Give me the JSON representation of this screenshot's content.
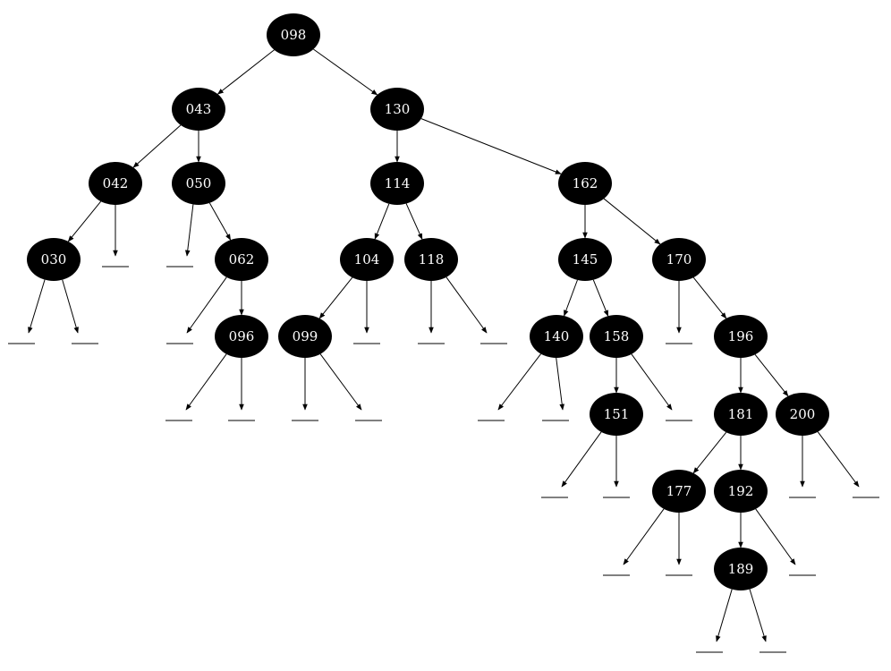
{
  "colors": {
    "node_fill": "#000000",
    "node_text": "#ffffff",
    "line": "#000000",
    "background": "#ffffff"
  },
  "nodes": [
    {
      "id": "n098",
      "label": "098"
    },
    {
      "id": "n043",
      "label": "043"
    },
    {
      "id": "n130",
      "label": "130"
    },
    {
      "id": "n042",
      "label": "042"
    },
    {
      "id": "n050",
      "label": "050"
    },
    {
      "id": "n114",
      "label": "114"
    },
    {
      "id": "n162",
      "label": "162"
    },
    {
      "id": "n030",
      "label": "030"
    },
    {
      "id": "n062",
      "label": "062"
    },
    {
      "id": "n104",
      "label": "104"
    },
    {
      "id": "n118",
      "label": "118"
    },
    {
      "id": "n145",
      "label": "145"
    },
    {
      "id": "n170",
      "label": "170"
    },
    {
      "id": "n096",
      "label": "096"
    },
    {
      "id": "n099",
      "label": "099"
    },
    {
      "id": "n140",
      "label": "140"
    },
    {
      "id": "n158",
      "label": "158"
    },
    {
      "id": "n196",
      "label": "196"
    },
    {
      "id": "n151",
      "label": "151"
    },
    {
      "id": "n181",
      "label": "181"
    },
    {
      "id": "n200",
      "label": "200"
    },
    {
      "id": "n177",
      "label": "177"
    },
    {
      "id": "n192",
      "label": "192"
    },
    {
      "id": "n189",
      "label": "189"
    }
  ],
  "edges": [
    [
      "n098",
      "n043"
    ],
    [
      "n098",
      "n130"
    ],
    [
      "n043",
      "n042"
    ],
    [
      "n043",
      "n050"
    ],
    [
      "n130",
      "n114"
    ],
    [
      "n130",
      "n162"
    ],
    [
      "n042",
      "n030"
    ],
    [
      "n042",
      null
    ],
    [
      "n050",
      null
    ],
    [
      "n050",
      "n062"
    ],
    [
      "n114",
      "n104"
    ],
    [
      "n114",
      "n118"
    ],
    [
      "n162",
      "n145"
    ],
    [
      "n162",
      "n170"
    ],
    [
      "n030",
      null
    ],
    [
      "n030",
      null
    ],
    [
      "n062",
      null
    ],
    [
      "n062",
      "n096"
    ],
    [
      "n104",
      "n099"
    ],
    [
      "n104",
      null
    ],
    [
      "n118",
      null
    ],
    [
      "n118",
      null
    ],
    [
      "n145",
      "n140"
    ],
    [
      "n145",
      "n158"
    ],
    [
      "n170",
      null
    ],
    [
      "n170",
      "n196"
    ],
    [
      "n096",
      null
    ],
    [
      "n096",
      null
    ],
    [
      "n099",
      null
    ],
    [
      "n099",
      null
    ],
    [
      "n140",
      null
    ],
    [
      "n140",
      null
    ],
    [
      "n158",
      "n151"
    ],
    [
      "n158",
      null
    ],
    [
      "n196",
      "n181"
    ],
    [
      "n196",
      "n200"
    ],
    [
      "n151",
      null
    ],
    [
      "n151",
      null
    ],
    [
      "n181",
      "n177"
    ],
    [
      "n181",
      "n192"
    ],
    [
      "n200",
      null
    ],
    [
      "n200",
      null
    ],
    [
      "n177",
      null
    ],
    [
      "n177",
      null
    ],
    [
      "n192",
      "n189"
    ],
    [
      "n192",
      null
    ],
    [
      "n189",
      null
    ],
    [
      "n189",
      null
    ]
  ]
}
